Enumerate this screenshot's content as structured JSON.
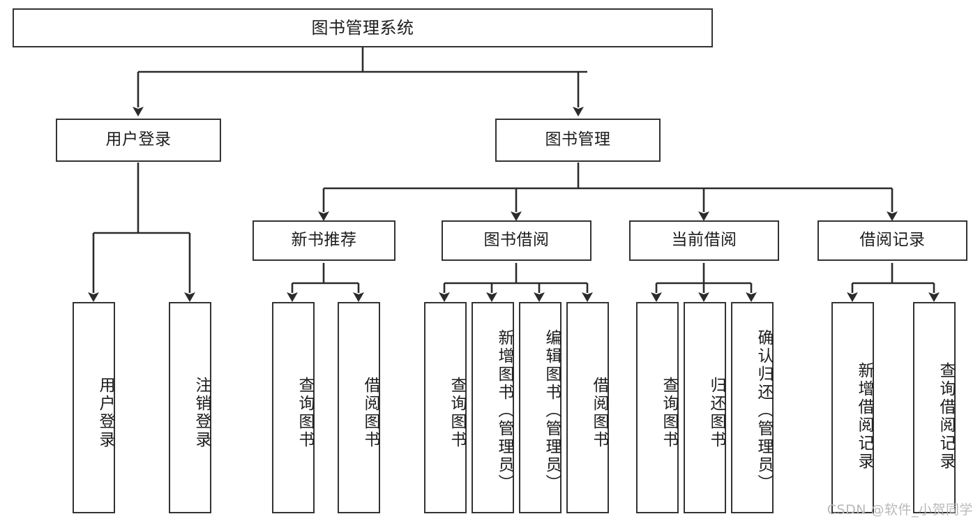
{
  "diagram": {
    "type": "tree",
    "title": "图书管理系统",
    "watermark": "CSDN @软件_小贺同学",
    "colors": {
      "box_border": "#333333",
      "box_fill": "#ffffff",
      "wire": "#2b2b2b",
      "text": "#1c1c1c",
      "watermark": "#b9b9b9",
      "background": "#ffffff"
    },
    "levels": {
      "root": {
        "label": "图书管理系统"
      },
      "level2": [
        {
          "label": "用户登录"
        },
        {
          "label": "图书管理"
        }
      ],
      "level3": [
        {
          "label": "新书推荐"
        },
        {
          "label": "图书借阅"
        },
        {
          "label": "当前借阅"
        },
        {
          "label": "借阅记录"
        }
      ],
      "leaves": {
        "user_login": [
          {
            "label": "用户登录"
          },
          {
            "label": "注销登录"
          }
        ],
        "new_book_recommend": [
          {
            "label": "查询图书"
          },
          {
            "label": "借阅图书"
          }
        ],
        "book_borrow": [
          {
            "label": "查询图书"
          },
          {
            "label": "新增图书（管理员）"
          },
          {
            "label": "编辑图书（管理员）"
          },
          {
            "label": "借阅图书"
          }
        ],
        "current_borrow": [
          {
            "label": "查询图书"
          },
          {
            "label": "归还图书"
          },
          {
            "label": "确认归还（管理员）"
          }
        ],
        "borrow_record": [
          {
            "label": "新增借阅记录"
          },
          {
            "label": "查询借阅记录"
          }
        ]
      }
    }
  }
}
